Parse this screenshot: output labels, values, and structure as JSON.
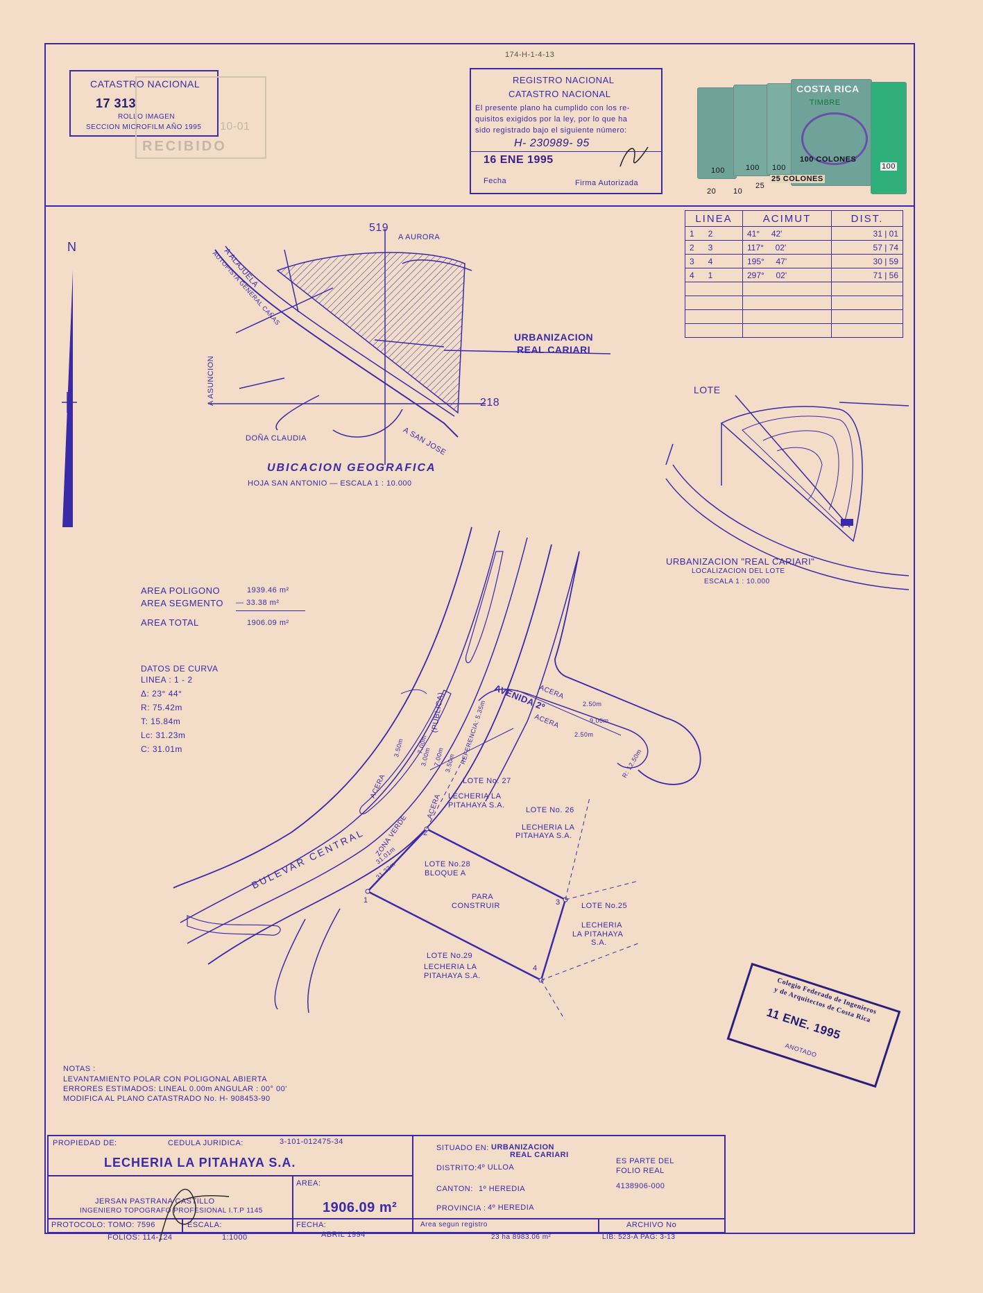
{
  "file_ref": "174-H-1-4-13",
  "catastro_box": {
    "title": "CATASTRO NACIONAL",
    "number": "17  313",
    "line1": "ROLLO IMAGEN",
    "line2": "SECCION MICROFILM AÑO 1995"
  },
  "recibido_stamp": {
    "label": "RECIBIDO",
    "date": "10-01"
  },
  "registro_stamp": {
    "title1": "REGISTRO NACIONAL",
    "title2": "CATASTRO NACIONAL",
    "body1": "El presente plano ha cumplido con los re-",
    "body2": "quisitos exigidos por la ley, por lo que ha",
    "body3": "sido registrado bajo el siguiente número:",
    "number": "H- 230989- 95",
    "date": "16 ENE 1995",
    "fecha_label": "Fecha",
    "firma_label": "Firma Autorizada"
  },
  "timbres": {
    "brand": "COSTA RICA",
    "label": "TIMBRE",
    "v1": "100 COLONES",
    "v2": "25 COLONES",
    "small": [
      "100",
      "100",
      "100",
      "100"
    ],
    "bottom": [
      "20",
      "10",
      "25"
    ]
  },
  "azimut_table": {
    "headers": [
      "LINEA",
      "ACIMUT",
      "DIST."
    ],
    "rows": [
      [
        "1",
        "2",
        "41°",
        "42'",
        "31",
        "01"
      ],
      [
        "2",
        "3",
        "117°",
        "02'",
        "57",
        "74"
      ],
      [
        "3",
        "4",
        "195°",
        "47'",
        "30",
        "59"
      ],
      [
        "4",
        "1",
        "297°",
        "02'",
        "71",
        "56"
      ]
    ],
    "empty_rows": 4
  },
  "north_label": "N",
  "location_map": {
    "coord_y": "519",
    "coord_x": "218",
    "aurora": "A AURORA",
    "alajuela": "A ALAJUELA",
    "autopista": "AUTOPISTA GENERAL CAÑAS",
    "asuncion": "A ASUNCION",
    "dona_claudia": "DOÑA CLAUDIA",
    "san_jose": "A SAN JOSE",
    "urb_label1": "URBANIZACION",
    "urb_label2": "REAL CARIARI",
    "title": "UBICACION  GEOGRAFICA",
    "subtitle": "HOJA SAN ANTONIO   —   ESCALA  1 : 10.000"
  },
  "lot_map": {
    "lote_label": "LOTE",
    "caption1": "URBANIZACION  \"REAL CARIARI\"",
    "caption2": "LOCALIZACION  DEL  LOTE",
    "caption3": "ESCALA 1 : 10.000"
  },
  "areas": {
    "poligono_label": "AREA POLIGONO",
    "poligono_value": "1939.46 m²",
    "segmento_label": "AREA SEGMENTO",
    "segmento_value": "— 33.38 m²",
    "total_label": "AREA TOTAL",
    "total_value": "1906.09 m²"
  },
  "curva": {
    "title": "DATOS DE CURVA",
    "linea": "LINEA : 1 - 2",
    "delta": "Δ:  23° 44°",
    "r": "R:  75.42m",
    "t": "T:  15.84m",
    "lc": "Lc:  31.23m",
    "c": "C:  31.01m"
  },
  "plan": {
    "bulevar": "BULEVAR   CENTRAL",
    "avenida": "AVENIDA  2º",
    "acera": "ACERA",
    "zona_verde": "ZONA VERDE",
    "publica": "(PUBLICA)",
    "referencia": "REFERENCIA: 5.35m",
    "d350": "3.50m",
    "d700": "7.00m",
    "d300": "3.00m",
    "d700b": "7.00m",
    "d350b": "3.50m",
    "d250": "2.50m",
    "d900": "9.00m",
    "d250b": "2.50m",
    "r1250": "R: 12.50m",
    "arc": "31.01m",
    "arc2": "31.23m",
    "p1": "1",
    "p2": "2",
    "p3": "3",
    "p4": "4",
    "lote27": "LOTE  No. 27",
    "lote27_owner1": "LECHERIA  LA",
    "lote27_owner2": "PITAHAYA S.A.",
    "lote26": "LOTE  No. 26",
    "lote26_owner1": "LECHERIA  LA",
    "lote26_owner2": "PITAHAYA S.A.",
    "lote28": "LOTE  No.28",
    "lote28_b": "BLOQUE  A",
    "para1": "PARA",
    "para2": "CONSTRUIR",
    "lote25": "LOTE  No.25",
    "lote25_owner1": "LECHERIA",
    "lote25_owner2": "LA PITAHAYA",
    "lote25_owner3": "S.A.",
    "lote29": "LOTE  No.29",
    "lote29_owner1": "LECHERIA  LA",
    "lote29_owner2": "PITAHAYA  S.A."
  },
  "colegio_stamp": {
    "line1": "Colegio Federado de Ingenieros",
    "line2": "y de Arquitectos de Costa Rica",
    "date": "11 ENE. 1995",
    "anotado": "ANOTADO"
  },
  "notas": {
    "title": "NOTAS :",
    "l1": "LEVANTAMIENTO  POLAR  CON  POLIGONAL  ABIERTA",
    "l2": "ERRORES  ESTIMADOS: LINEAL  0.00m  ANGULAR : 00° 00'",
    "l3": "MODIFICA  AL  PLANO  CATASTRADO  No.  H- 908453-90"
  },
  "title_block": {
    "propiedad_label": "PROPIEDAD DE:",
    "cedula_label": "CEDULA JURIDICA:",
    "cedula": "3-101-012475-34",
    "owner": "LECHERIA  LA  PITAHAYA  S.A.",
    "engineer": "JERSAN  PASTRANA  CASTILLO",
    "engineer_title": "INGENIERO  TOPOGRAFO  PROFESIONAL  I.T.P  1145",
    "area_label": "AREA:",
    "area_value": "1906.09 m²",
    "protocolo": "PROTOCOLO: TOMO: 7596",
    "folios": "FOLIOS: 114-124",
    "escala_label": "ESCALA:",
    "escala": "1:1000",
    "fecha_label": "FECHA:",
    "fecha": "ABRIL  1994",
    "situado_label": "SITUADO EN:",
    "situado1": "URBANIZACION",
    "situado2": "REAL CARIARI",
    "distrito_label": "DISTRITO:",
    "distrito": "4º ULLOA",
    "canton_label": "CANTON:",
    "canton": "1º HEREDIA",
    "provincia_label": "PROVINCIA :",
    "provincia": "4º HEREDIA",
    "parte1": "ES PARTE DEL",
    "parte2": "FOLIO REAL",
    "folio_real": "4138906-000",
    "area_registro_label": "Area segun registro",
    "area_registro": "23 ha  8983.06 m²",
    "archivo_label": "ARCHIVO No",
    "archivo": "LIB: 523-A   PAG: 3-13"
  }
}
